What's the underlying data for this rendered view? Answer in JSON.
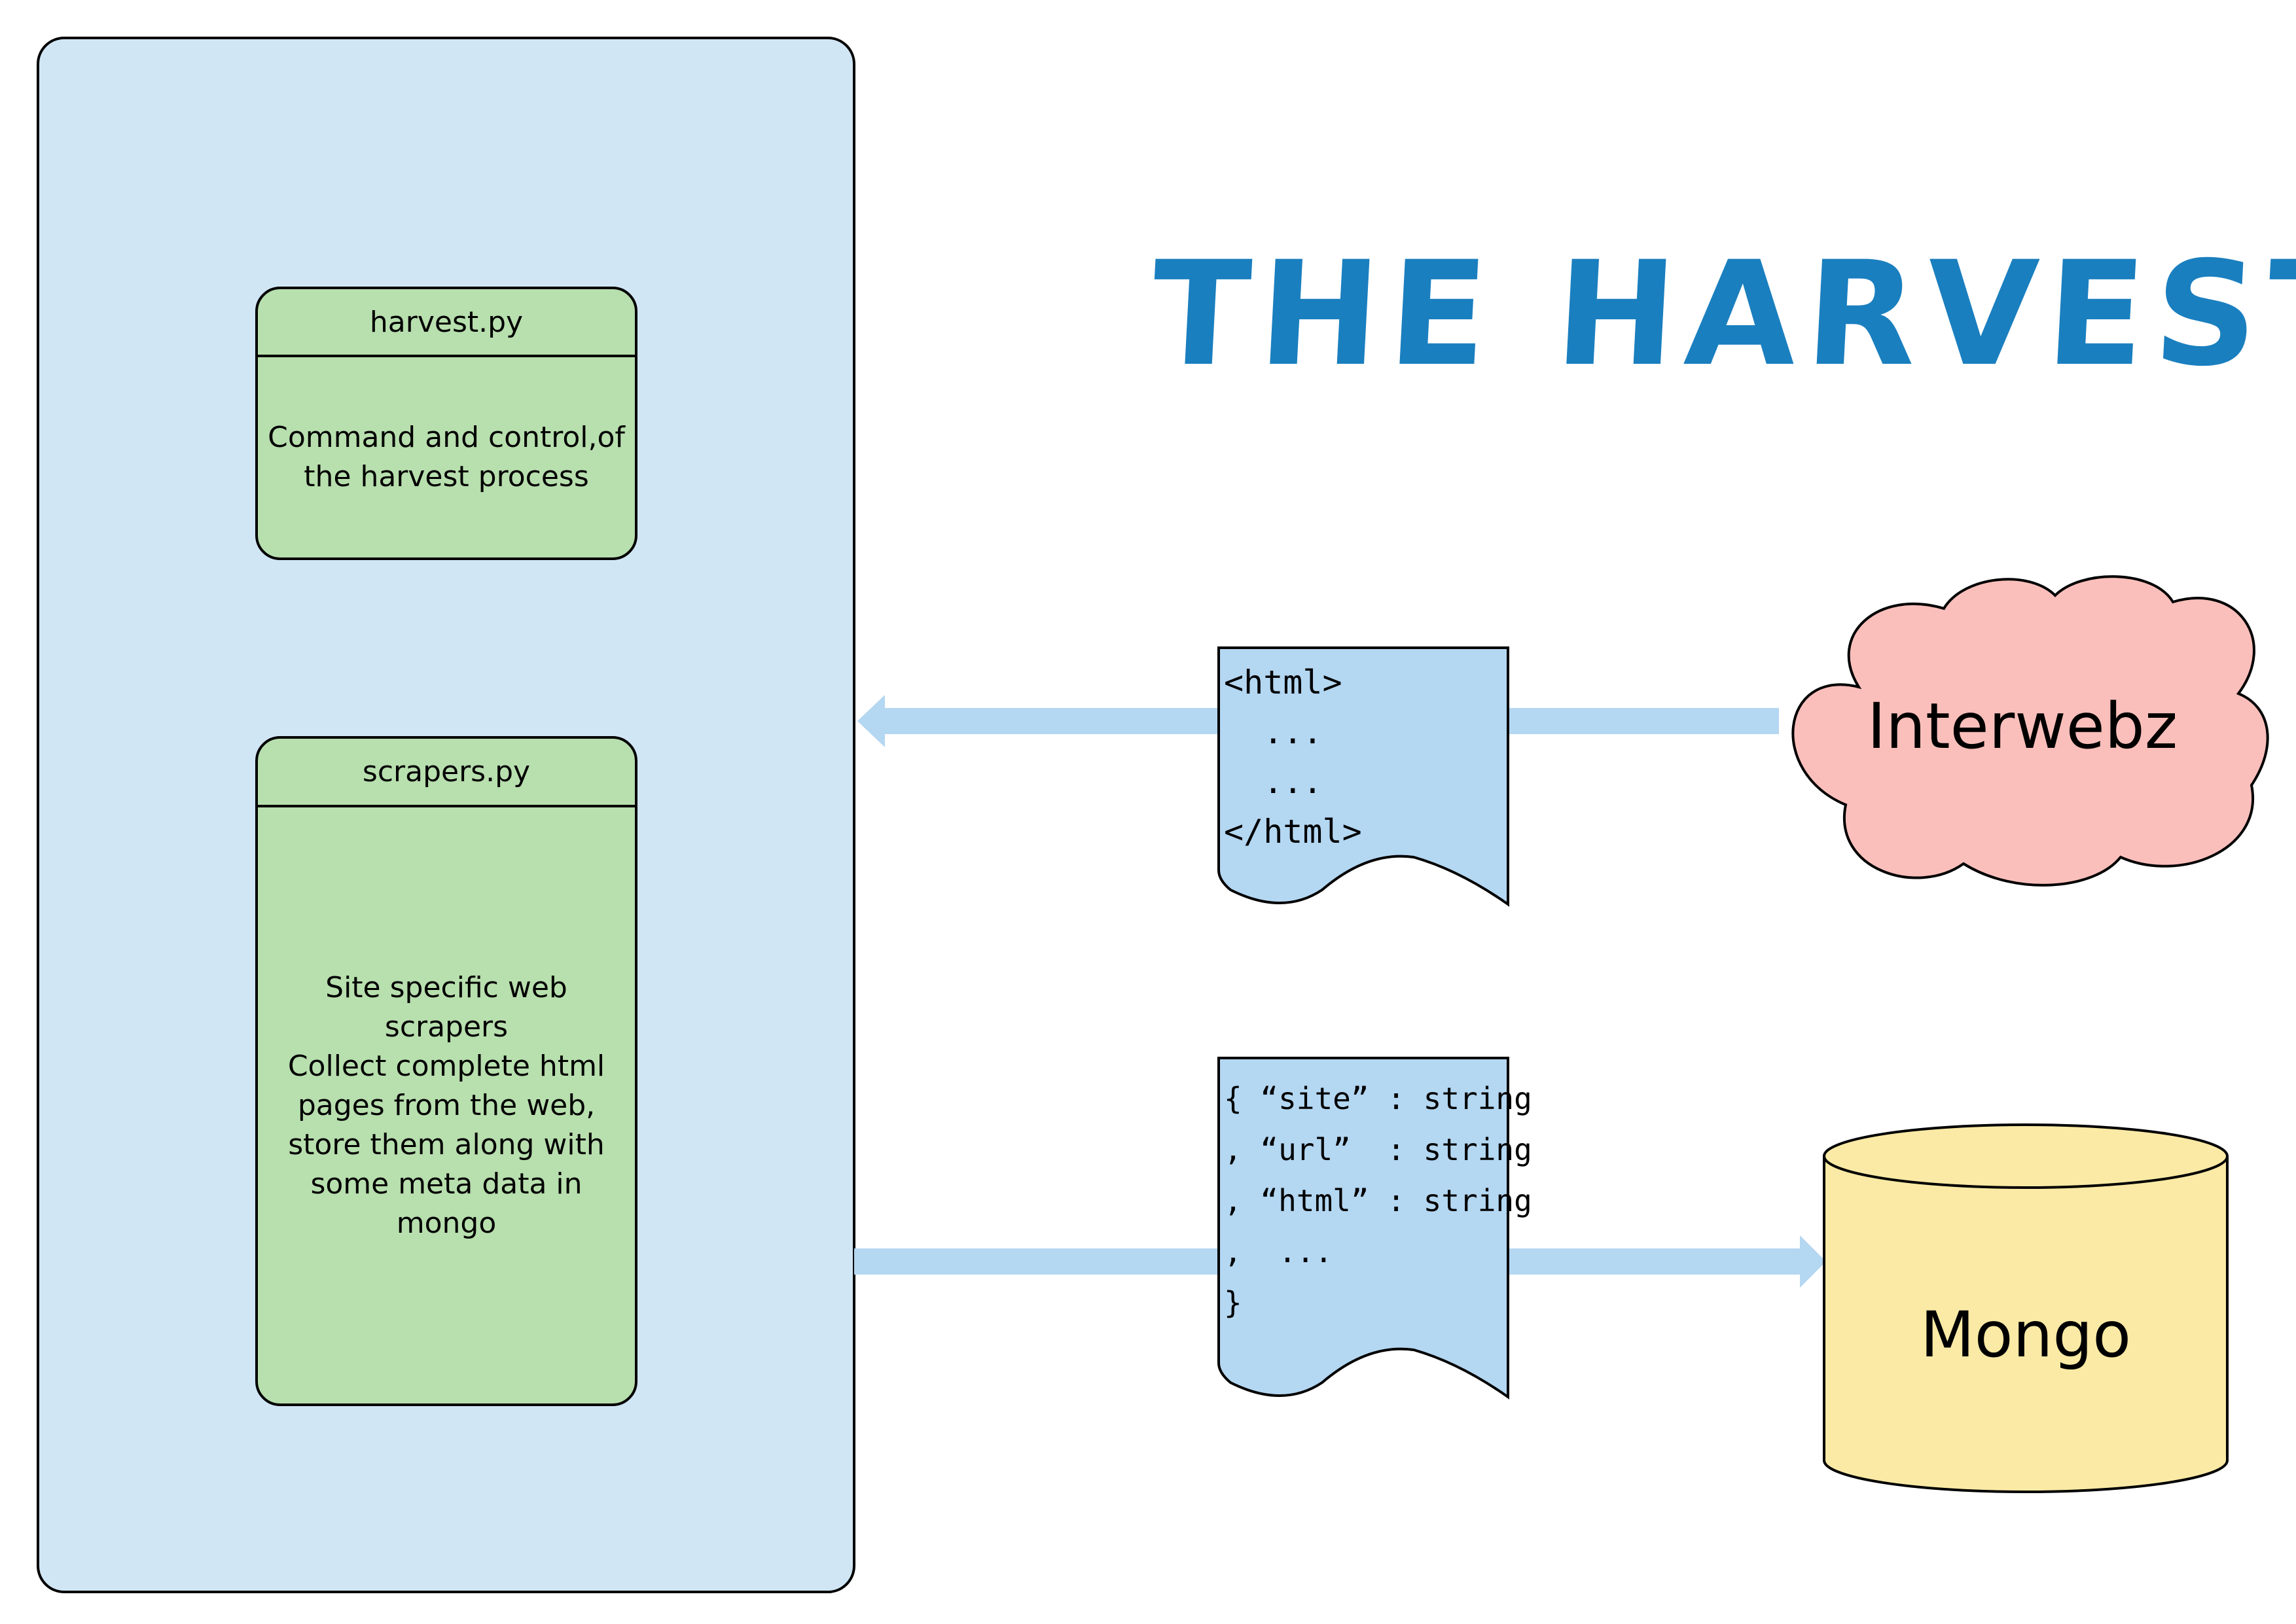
{
  "diagram": {
    "title": "THE HARVEST",
    "harvest_box": {
      "title": "harvest.py",
      "body": "Command and control,of\nthe harvest process"
    },
    "scrapers_box": {
      "title": "scrapers.py",
      "body": "Site specific web\nscrapers\nCollect complete html\npages from the web,\nstore them along with\nsome meta data in\nmongo"
    },
    "html_doc": {
      "lines": "<html>\n  ...\n  ...\n</html>"
    },
    "json_doc": {
      "lines": "{ “site” : string\n, “url”  : string\n, “html” : string\n,  ...\n}"
    },
    "cloud": {
      "label": "Interwebz"
    },
    "database": {
      "label": "Mongo"
    },
    "colors": {
      "container_fill": "#d1e6f5",
      "box_fill": "#b8dfae",
      "doc_fill": "#b4d7f2",
      "arrow": "#b4d7f2",
      "cloud_fill": "#fbbfbb",
      "db_fill": "#fbeaa5",
      "title": "#1a7fbf",
      "stroke": "#000000"
    }
  }
}
